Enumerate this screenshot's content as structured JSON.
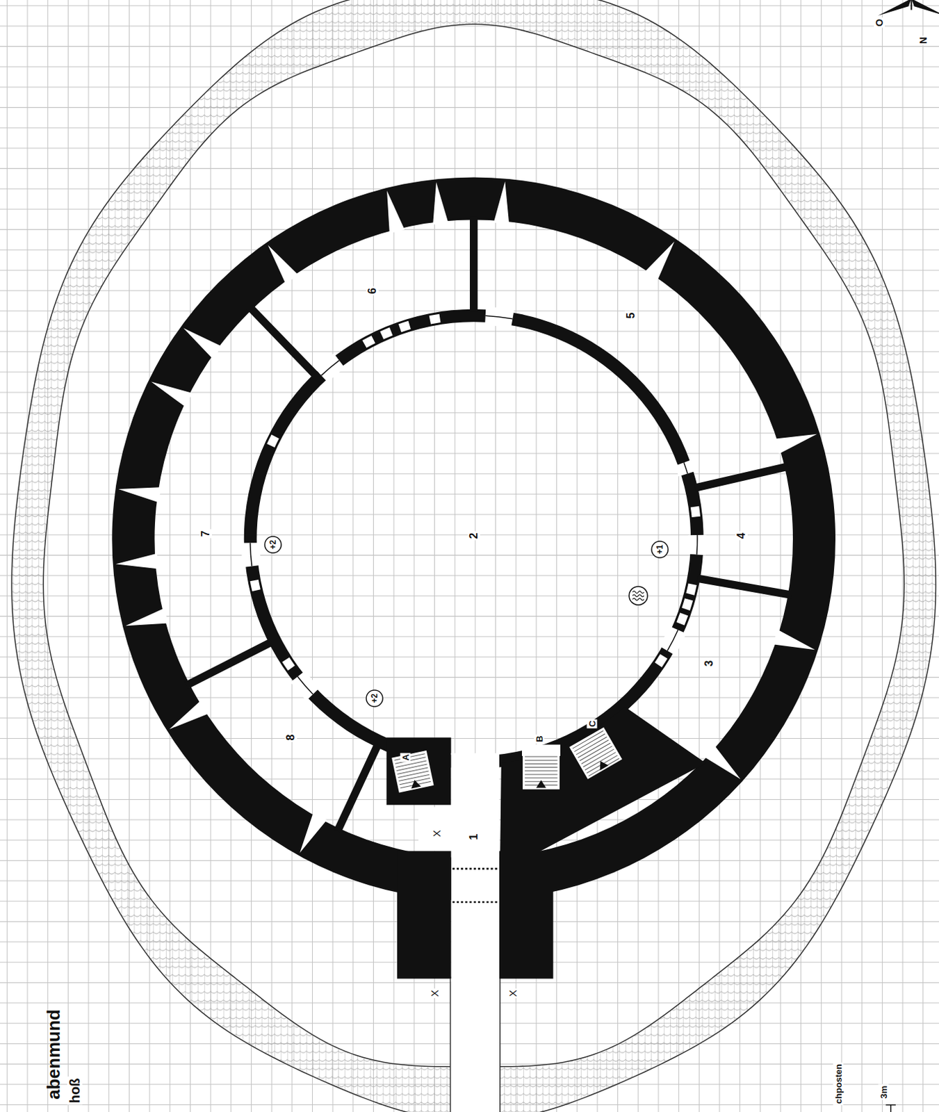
{
  "diagram": {
    "title": "abenmund",
    "nodes": [
      {
        "text": [
          "+2"
        ]
      },
      {
        "text": [
          "+1"
        ]
      },
      {
        "text": [
          "+2"
        ]
      }
    ],
    "labels": [
      "hoß",
      "O",
      "N",
      "1",
      "2",
      "3",
      "4",
      "5",
      "6",
      "7",
      "8",
      "A",
      "B",
      "C",
      "X",
      "X",
      "X",
      "chposten",
      "3m"
    ]
  }
}
